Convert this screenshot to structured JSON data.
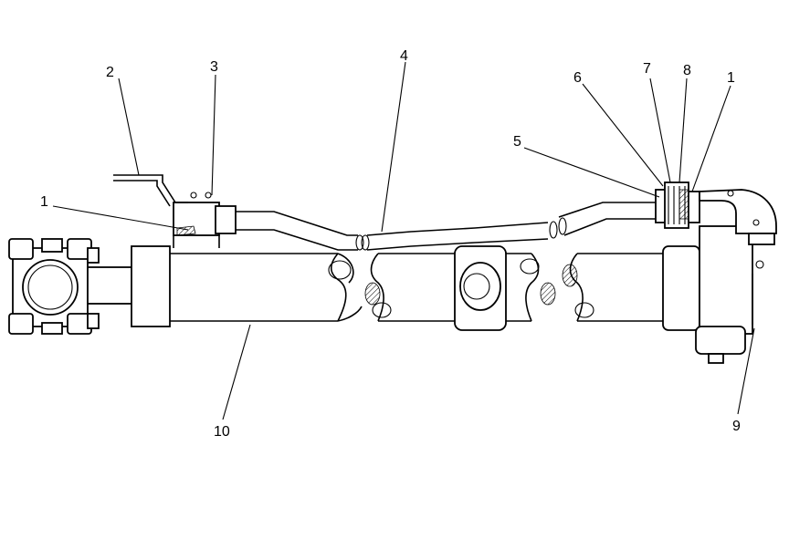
{
  "callouts": [
    {
      "id": "c1a",
      "text": "1"
    },
    {
      "id": "c2",
      "text": "2"
    },
    {
      "id": "c3",
      "text": "3"
    },
    {
      "id": "c4",
      "text": "4"
    },
    {
      "id": "c5",
      "text": "5"
    },
    {
      "id": "c6",
      "text": "6"
    },
    {
      "id": "c7",
      "text": "7"
    },
    {
      "id": "c8",
      "text": "8"
    },
    {
      "id": "c1b",
      "text": "1"
    },
    {
      "id": "c9",
      "text": "9"
    },
    {
      "id": "c10",
      "text": "10"
    }
  ]
}
